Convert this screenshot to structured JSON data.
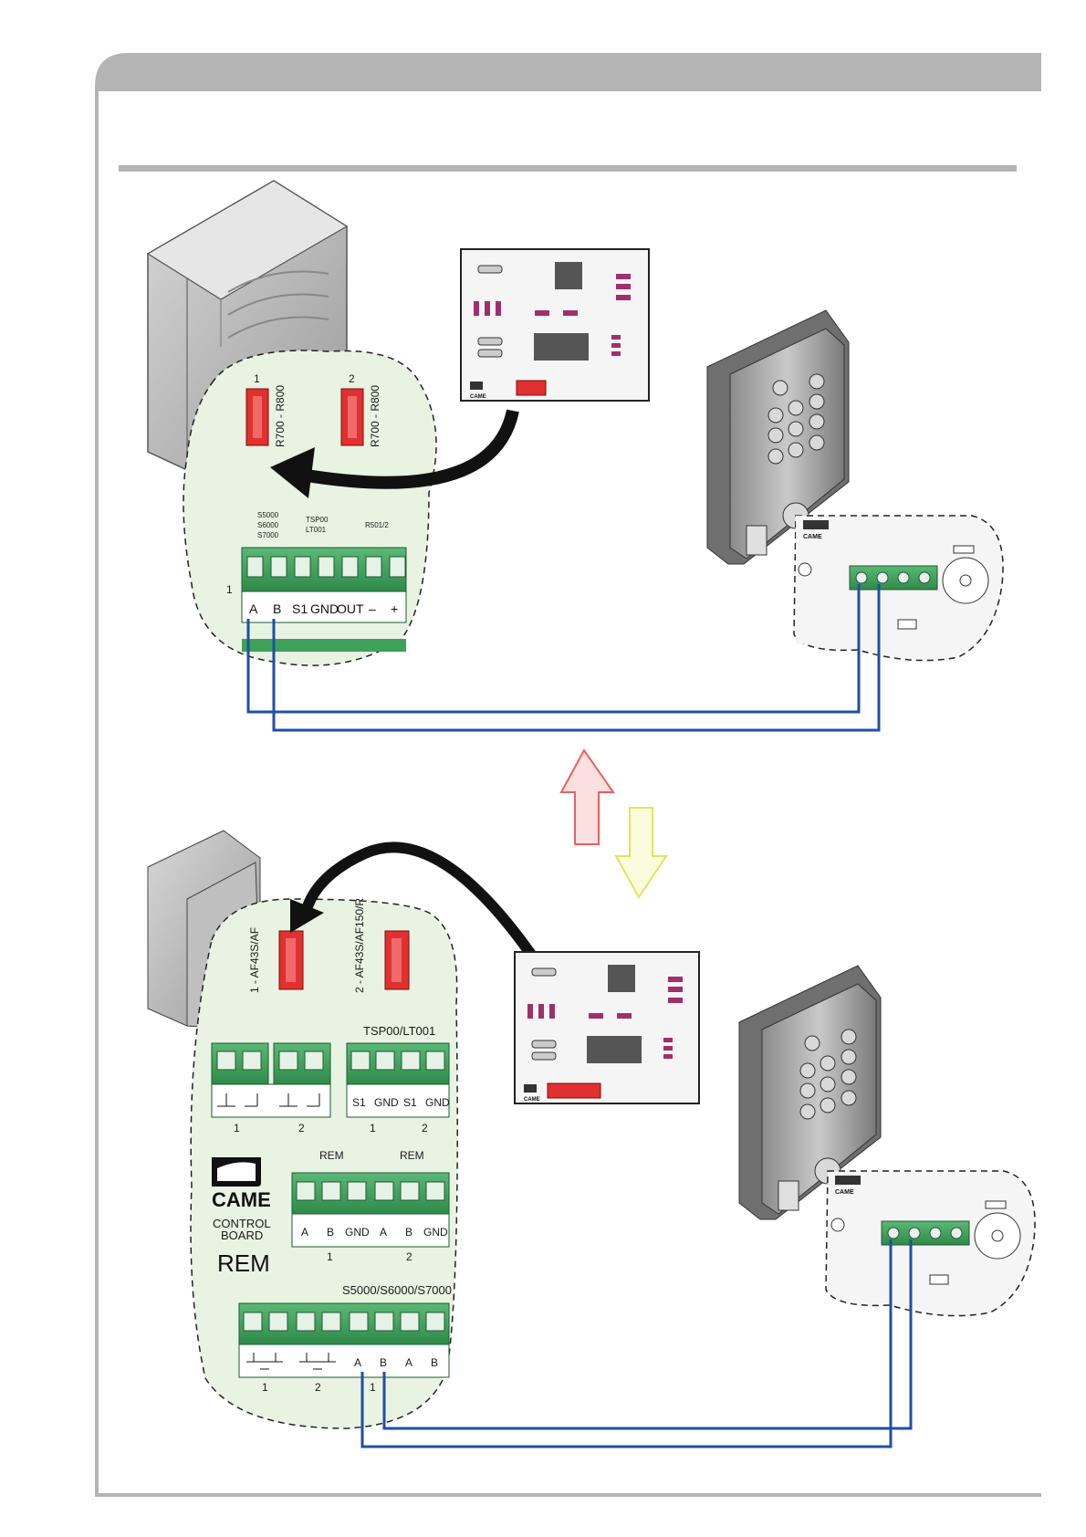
{
  "top_diagram": {
    "slot_numbers": [
      "1",
      "2"
    ],
    "slot_labels": [
      "R700 - R800",
      "R700 - R800"
    ],
    "bus_labels": [
      "S5000",
      "S6000",
      "S7000",
      "TSP00",
      "LT001",
      "R501/2"
    ],
    "terminal_row_number": "1",
    "terminals": [
      "A",
      "B",
      "S1",
      "GND",
      "OUT",
      "–",
      "+"
    ]
  },
  "bottom_diagram": {
    "slot_labels": [
      "1 - AF43S/AF",
      "2 - AF43S/AF150/R"
    ],
    "tsp_header": "TSP00/LT001",
    "tsp_terminals": [
      "S1",
      "GND",
      "S1",
      "GND"
    ],
    "group_numbers": [
      "1",
      "2",
      "1",
      "2"
    ],
    "rem_headers": [
      "REM",
      "REM"
    ],
    "rem_terminals": [
      "A",
      "B",
      "GND",
      "A",
      "B",
      "GND"
    ],
    "rem_group_numbers": [
      "1",
      "2"
    ],
    "brand": "CAME",
    "board_line1": "CONTROL",
    "board_line2": "BOARD",
    "board_name": "REM",
    "s_header": "S5000/S6000/S7000",
    "s_terminals": [
      "A",
      "B",
      "A",
      "B"
    ],
    "s_group_numbers": [
      "1",
      "2",
      "1"
    ]
  },
  "card_logo": "CAME",
  "keypad_logo": "CAME",
  "colors": {
    "header_bar": "#b4b4b4",
    "wire": "#1f4fa3",
    "connector": "#e03030",
    "terminal": "#3fa05a",
    "zoom_fill": "#e8f3e2",
    "arrow_up": "#e86060",
    "arrow_down": "#e6e25a"
  }
}
